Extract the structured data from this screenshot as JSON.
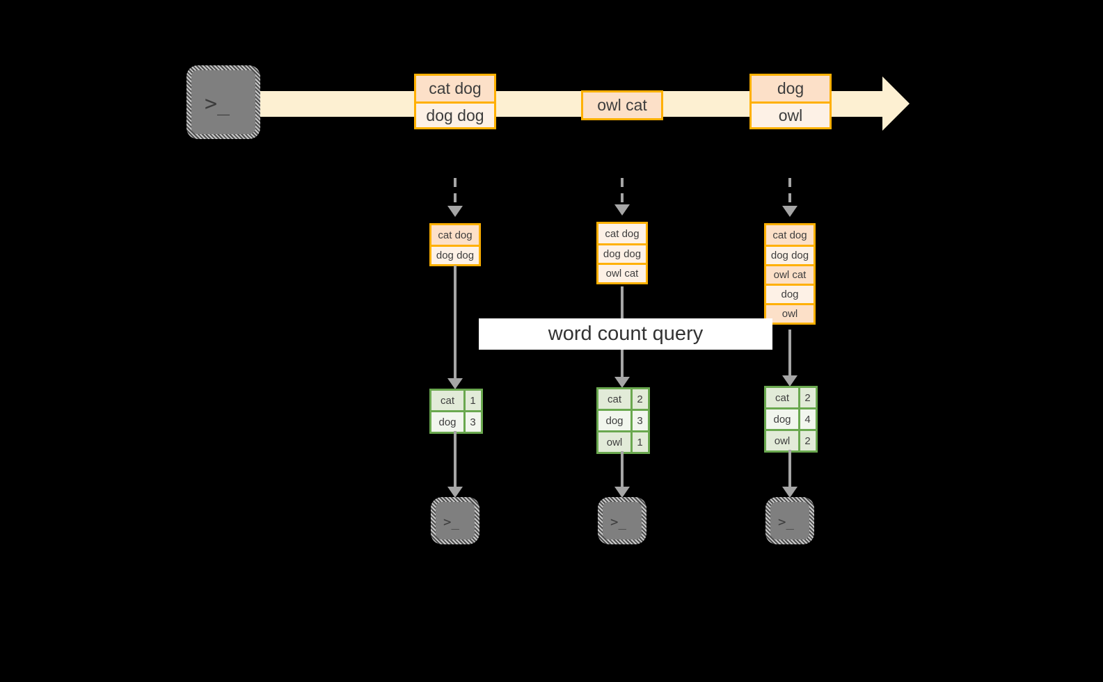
{
  "diagram": {
    "title_banner": {
      "label": "word count query"
    },
    "source_terminal": {
      "icon": "terminal-icon",
      "glyph_prompt": ">_"
    },
    "stream": {
      "icon": "stream-arrow-icon",
      "records": [
        {
          "lines": [
            "cat dog",
            "dog dog"
          ]
        },
        {
          "lines": [
            "owl cat"
          ]
        },
        {
          "lines": [
            "dog",
            "owl"
          ]
        }
      ]
    },
    "columns": [
      {
        "name": "snapshot-1",
        "ingest_icon": "dashed-arrow-down-icon",
        "accumulated": [
          "cat dog",
          "dog dog"
        ],
        "result": {
          "rows": [
            {
              "word": "cat",
              "count": "1"
            },
            {
              "word": "dog",
              "count": "3"
            }
          ]
        },
        "sink_terminal": {
          "icon": "terminal-icon",
          "glyph_prompt": ">_"
        }
      },
      {
        "name": "snapshot-2",
        "ingest_icon": "dashed-arrow-down-icon",
        "accumulated": [
          "cat dog",
          "dog dog",
          "owl cat"
        ],
        "result": {
          "rows": [
            {
              "word": "cat",
              "count": "2"
            },
            {
              "word": "dog",
              "count": "3"
            },
            {
              "word": "owl",
              "count": "1"
            }
          ]
        },
        "sink_terminal": {
          "icon": "terminal-icon",
          "glyph_prompt": ">_"
        }
      },
      {
        "name": "snapshot-3",
        "ingest_icon": "dashed-arrow-down-icon",
        "accumulated": [
          "cat dog",
          "dog dog",
          "owl cat",
          "dog",
          "owl"
        ],
        "result": {
          "rows": [
            {
              "word": "cat",
              "count": "2"
            },
            {
              "word": "dog",
              "count": "4"
            },
            {
              "word": "owl",
              "count": "2"
            }
          ]
        },
        "sink_terminal": {
          "icon": "terminal-icon",
          "glyph_prompt": ">_"
        }
      }
    ],
    "colors": {
      "stream_band": "#fdf0d2",
      "record_border": "#ffb000",
      "record_fill_dark": "#fce0c8",
      "record_fill_light": "#fdf1e6",
      "result_border": "#6aa84f",
      "result_fill": "#eef4e8",
      "arrow_gray": "#a6a6a6",
      "terminal_gray": "#7f7f7f",
      "banner_bg": "#ffffff",
      "background": "#000000"
    }
  }
}
